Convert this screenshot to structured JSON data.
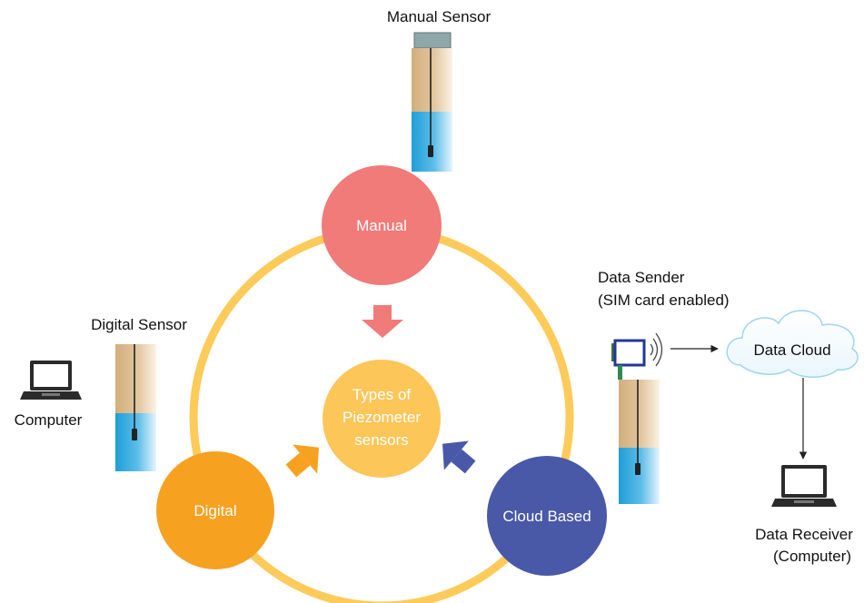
{
  "center": {
    "line1": "Types of",
    "line2": "Piezometer",
    "line3": "sensors"
  },
  "nodes": {
    "manual": "Manual",
    "digital": "Digital",
    "cloud": "Cloud Based"
  },
  "sensors": {
    "manual": "Manual Sensor",
    "digital": "Digital Sensor"
  },
  "computer": {
    "label": "Computer"
  },
  "data_sender": {
    "line1": "Data Sender",
    "line2": "(SIM card enabled)"
  },
  "data_cloud": {
    "label": "Data Cloud"
  },
  "data_receiver": {
    "line1": "Data Receiver",
    "line2": "(Computer)"
  },
  "colors": {
    "ring": "#FDCB5A",
    "manual": "#F07B78",
    "digital": "#F7A121",
    "cloud": "#4A58A8",
    "center": "#FDC659",
    "soil": "#D9B788",
    "water": "#2FA8E0",
    "cloud_outline": "#9FD4F0"
  }
}
